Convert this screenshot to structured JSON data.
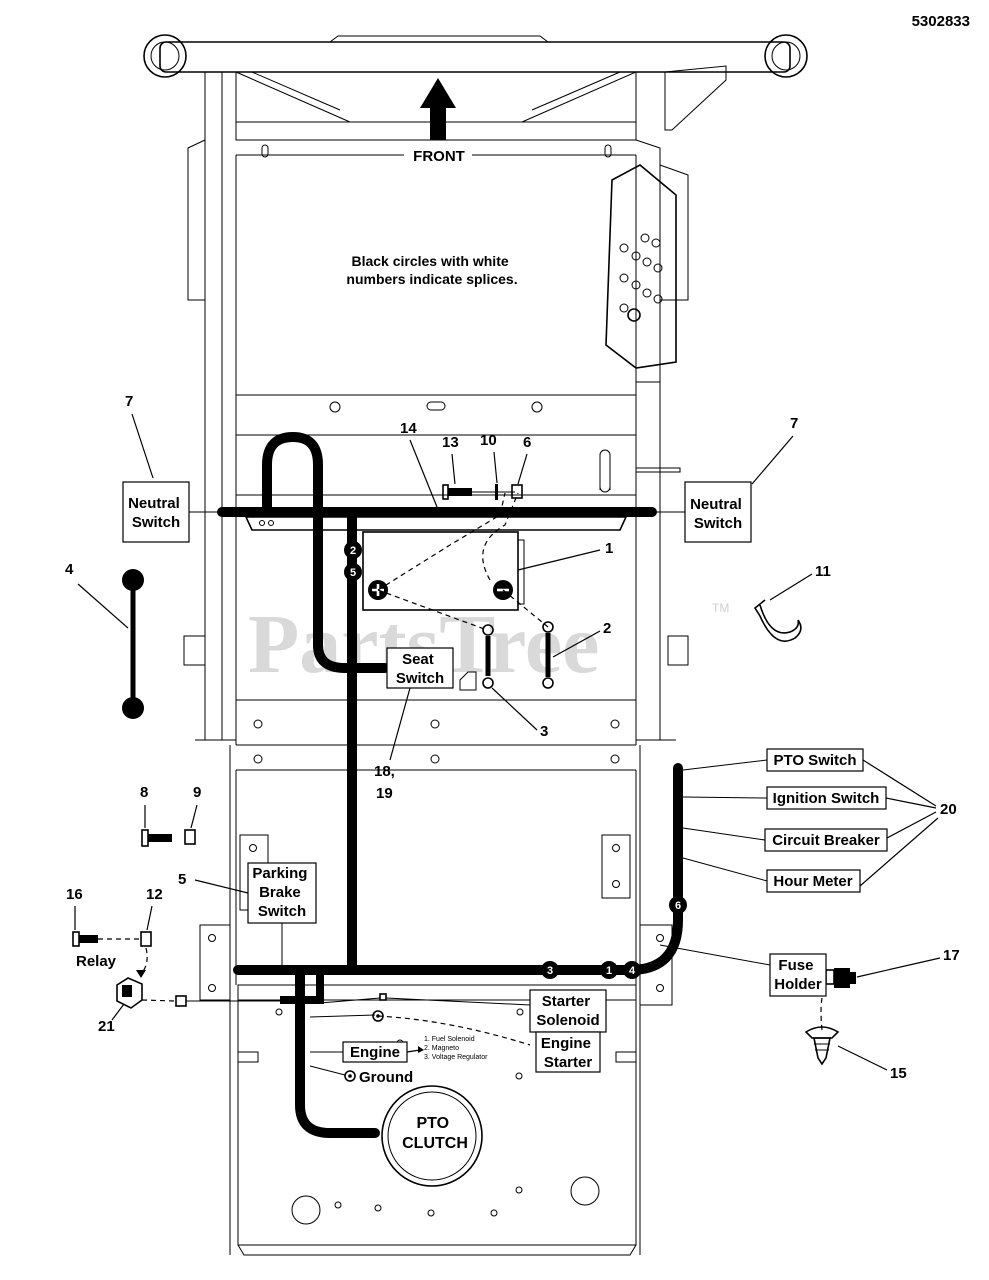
{
  "part_number": "5302833",
  "front_label": "FRONT",
  "note": [
    "Black circles with white",
    "numbers indicate splices."
  ],
  "watermark": "PartsTree",
  "watermark_tm": "TM",
  "relay_label": "Relay",
  "boxes": {
    "neutral_switch_left": [
      "Neutral",
      "Switch"
    ],
    "neutral_switch_right": [
      "Neutral",
      "Switch"
    ],
    "seat_switch": [
      "Seat",
      "Switch"
    ],
    "parking_brake_switch": [
      "Parking",
      "Brake",
      "Switch"
    ],
    "pto_switch": [
      "PTO Switch"
    ],
    "ignition_switch": [
      "Ignition Switch"
    ],
    "circuit_breaker": [
      "Circuit Breaker"
    ],
    "hour_meter": [
      "Hour Meter"
    ],
    "fuse_holder": [
      "Fuse",
      "Holder"
    ],
    "starter_solenoid": [
      "Starter",
      "Solenoid"
    ],
    "engine_starter": [
      "Engine",
      "Starter"
    ],
    "engine": [
      "Engine"
    ]
  },
  "ground_label": "Ground",
  "pto_clutch": [
    "PTO",
    "CLUTCH"
  ],
  "engine_list": [
    "1. Fuel Solenoid",
    "2. Magneto",
    "3. Voltage Regulator"
  ],
  "callouts": {
    "c1": "1",
    "c2": "2",
    "c3": "3",
    "c4": "4",
    "c5": "5",
    "c6": "6",
    "c7a": "7",
    "c7b": "7",
    "c8": "8",
    "c9": "9",
    "c10": "10",
    "c11": "11",
    "c12": "12",
    "c13": "13",
    "c14": "14",
    "c15": "15",
    "c16": "16",
    "c17": "17",
    "c18": "18,",
    "c19": "19",
    "c20": "20",
    "c21": "21"
  },
  "splices": {
    "s2": "2",
    "s5": "5",
    "s3": "3",
    "s1": "1",
    "s4": "4",
    "s6": "6"
  }
}
